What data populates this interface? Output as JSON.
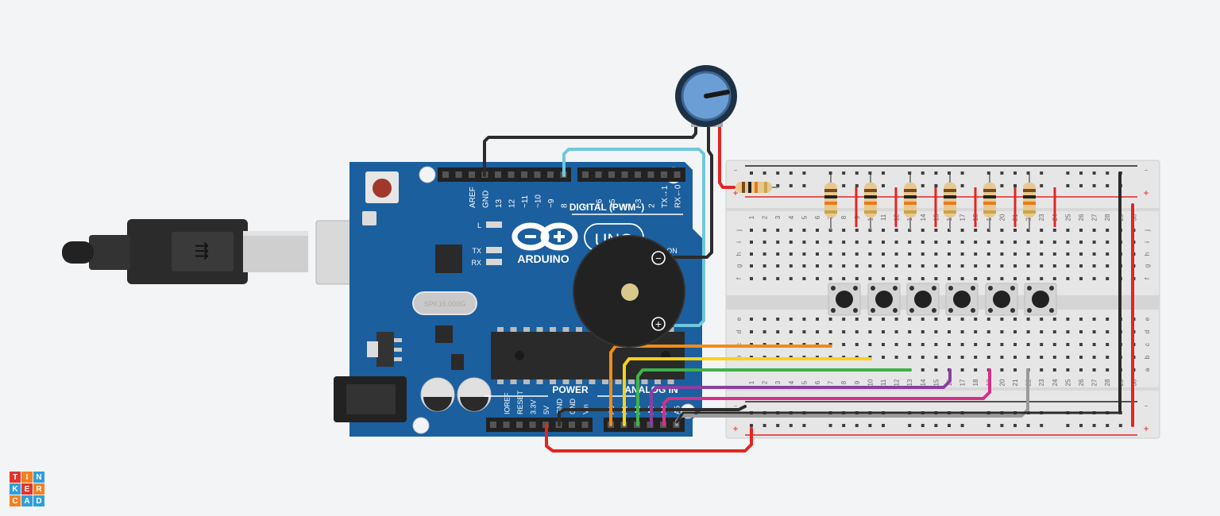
{
  "arduino": {
    "digital_pins": [
      "AREF",
      "GND",
      "13",
      "12",
      "~11",
      "~10",
      "~9",
      "8",
      "7",
      "~6",
      "~5",
      "4",
      "~3",
      "2",
      "TX→1",
      "RX←0"
    ],
    "digital_label": "DIGITAL (PWM~)",
    "power_pins": [
      "IOREF",
      "RESET",
      "3.3V",
      "5V",
      "GND",
      "GND",
      "Vin"
    ],
    "power_label": "POWER",
    "analog_pins": [
      "A0",
      "A1",
      "A2",
      "A3",
      "A4",
      "A5"
    ],
    "analog_label": "ANALOG IN",
    "brand": "ARDUINO",
    "model": "UNO",
    "on_label": "ON",
    "led_labels": [
      "L",
      "TX",
      "RX"
    ],
    "crystal_text": "SPK16.000G"
  },
  "buzzer": {
    "minus": "−",
    "plus": "+"
  },
  "breadboard": {
    "row_letters_top": [
      "j",
      "i",
      "h",
      "g",
      "f"
    ],
    "row_letters_bottom": [
      "e",
      "d",
      "c",
      "b",
      "a"
    ],
    "rail_minus": "−",
    "rail_plus": "+",
    "column_count": 30
  },
  "logo": {
    "letters": [
      "T",
      "I",
      "N",
      "K",
      "E",
      "R",
      "C",
      "A",
      "D"
    ],
    "colors": [
      "#e2342c",
      "#f58020",
      "#2f9fd9",
      "#2f9fd9",
      "#e2342c",
      "#f58020",
      "#f58020",
      "#2f9fd9",
      "#2f9fd9"
    ]
  },
  "colors": {
    "board": "#1b5f9e",
    "wire_black": "#2b2b2b",
    "wire_red": "#e32522",
    "wire_cyan": "#6fc7dd",
    "wire_orange": "#f28b16",
    "wire_yellow": "#f7d21b",
    "wire_green": "#41b14a",
    "wire_purple": "#8b3fa0",
    "wire_magenta": "#d62f8a",
    "wire_gray": "#9a9a9a"
  }
}
